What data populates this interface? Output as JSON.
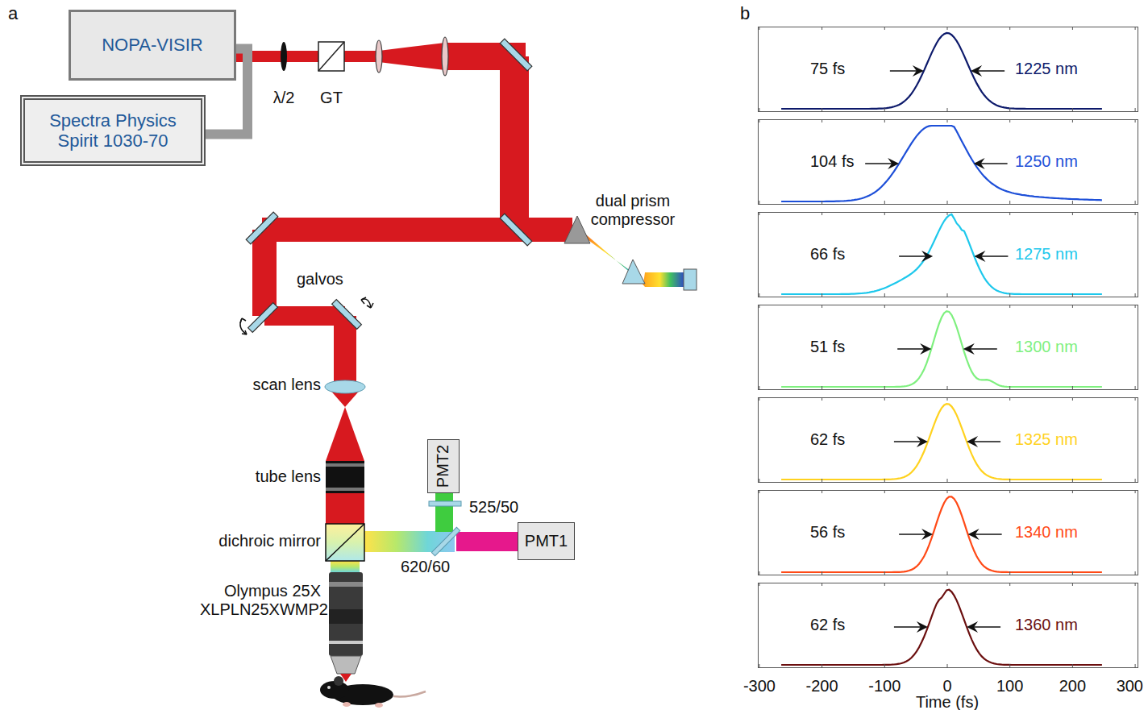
{
  "diagram": {
    "nodes": [
      {
        "text": [
          "NOPA-VISIR"
        ]
      },
      {
        "text": [
          "Spectra Physics Spirit 1030-70"
        ]
      },
      {
        "text": [
          "PMT2"
        ]
      },
      {
        "text": [
          "PMT1"
        ]
      },
      {
        "text": [
          "75 fs",
          "1225 nm"
        ]
      },
      {
        "text": [
          "104 fs",
          "1250 nm"
        ]
      },
      {
        "text": [
          "66 fs",
          "1275 nm"
        ]
      },
      {
        "text": [
          "51 fs",
          "1300 nm"
        ]
      },
      {
        "text": [
          "62 fs",
          "1325 nm"
        ]
      },
      {
        "text": [
          "56 fs",
          "1340 nm"
        ]
      },
      {
        "text": [
          "62 fs",
          "1360 nm"
        ]
      }
    ],
    "edges": [
      {
        "from": 1,
        "to": 0,
        "arrow": "none"
      }
    ],
    "labels": [
      "a",
      "b",
      "λ/2",
      "GT",
      "dual prism compressor",
      "galvos",
      "scan lens",
      "tube lens",
      "dichroic mirror",
      "525/50",
      "620/60",
      "Olympus 25X XLPLN25XWMP2",
      "-300",
      "-200",
      "-100",
      "0",
      "100",
      "200",
      "300",
      "Time (fs)"
    ]
  }
}
